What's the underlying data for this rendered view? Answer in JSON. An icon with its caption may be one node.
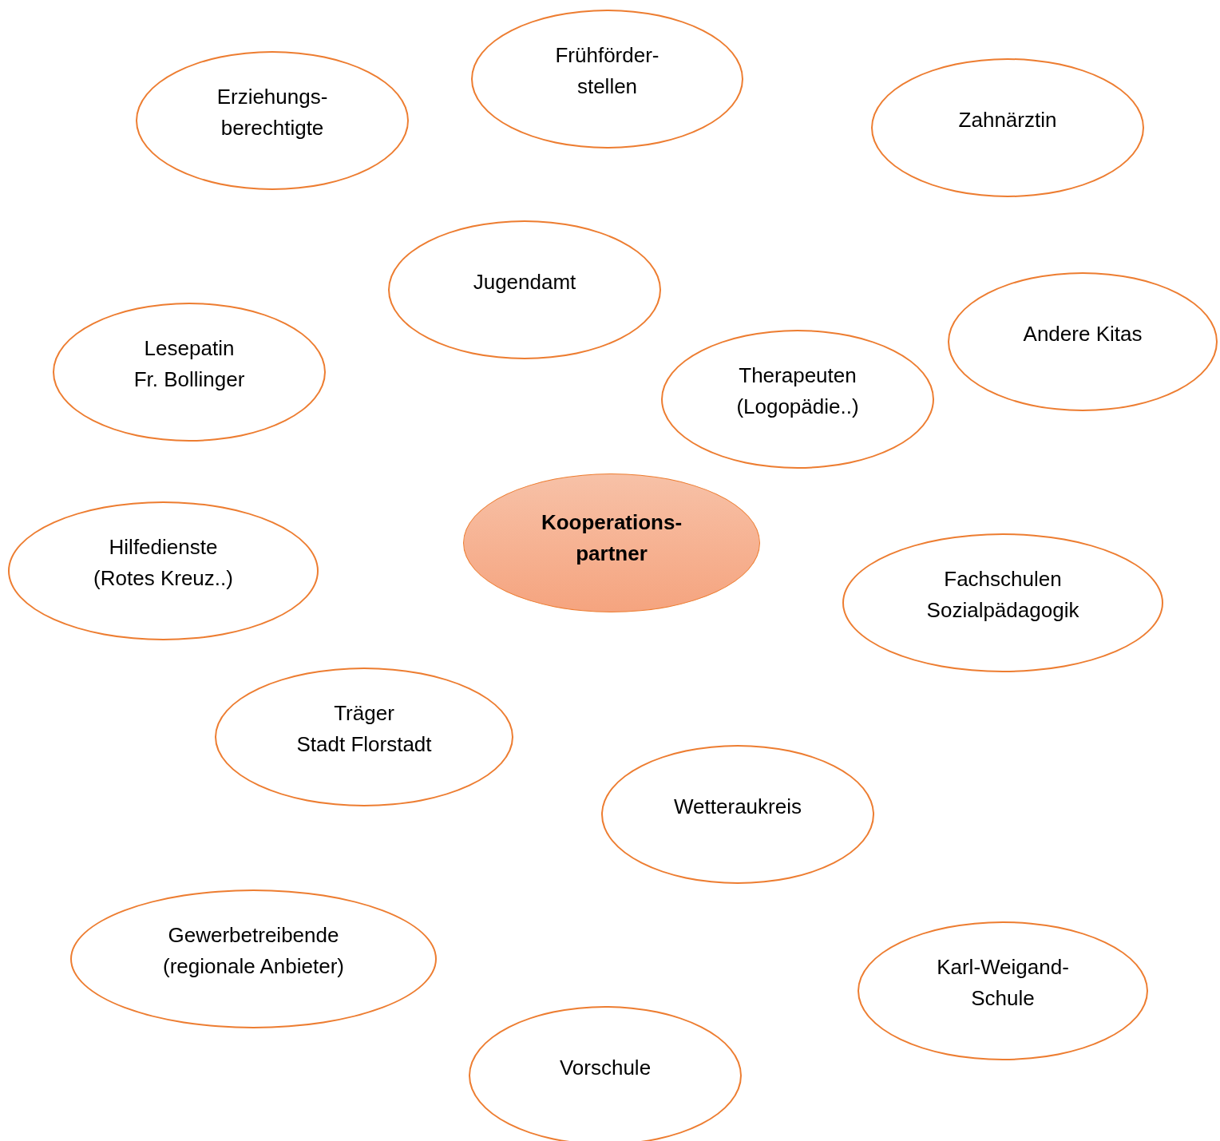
{
  "diagram": {
    "nodes": [
      {
        "text": [
          "Frühförder- stellen"
        ]
      },
      {
        "text": [
          "Erziehungs- berechtigte"
        ]
      },
      {
        "text": [
          "Zahnärztin"
        ]
      },
      {
        "text": [
          "Jugendamt"
        ]
      },
      {
        "text": [
          "Andere Kitas"
        ]
      },
      {
        "text": [
          "Lesepatin",
          "Fr. Bollinger"
        ]
      },
      {
        "text": [
          "Therapeuten (Logopädie..)"
        ]
      },
      {
        "text": [
          "Kooperations- partner"
        ]
      },
      {
        "text": [
          "Hilfedienste (Rotes Kreuz..)"
        ]
      },
      {
        "text": [
          "Fachschulen Sozialpädagogik"
        ]
      },
      {
        "text": [
          "Träger",
          "Stadt Florstadt"
        ]
      },
      {
        "text": [
          "Wetteraukreis"
        ]
      },
      {
        "text": [
          "Gewerbetreibende (regionale Anbieter)"
        ]
      },
      {
        "text": [
          "Karl-Weigand- Schule"
        ]
      },
      {
        "text": [
          "Vorschule"
        ]
      }
    ]
  }
}
